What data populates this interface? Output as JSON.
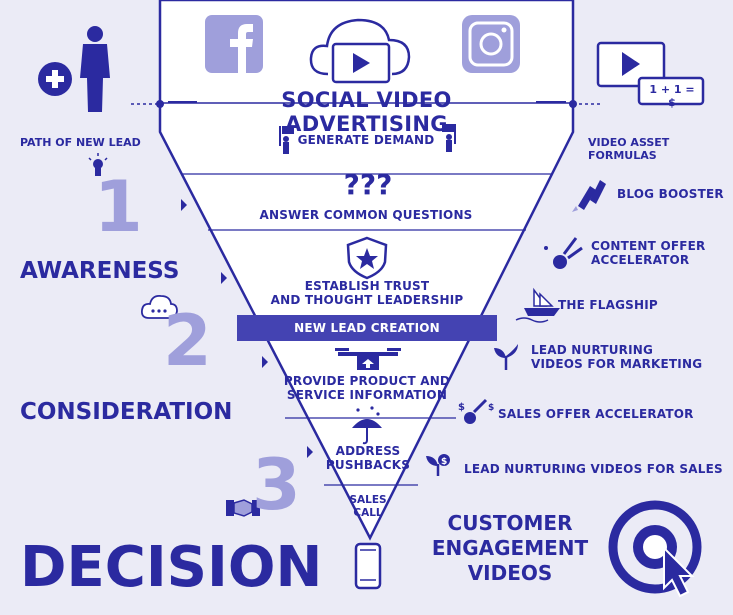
{
  "colors": {
    "background": "#ebebf6",
    "primary": "#2b2aa0",
    "light": "#9f9fdb",
    "funnel_fill": "#ffffff"
  },
  "header": {
    "title": "SOCIAL VIDEO ADVERTISING",
    "icons": [
      "facebook-icon",
      "cloud-video-icon",
      "instagram-icon"
    ]
  },
  "left": {
    "path_label": "PATH OF NEW LEAD",
    "stages": [
      {
        "number": "1",
        "label": "AWARENESS"
      },
      {
        "number": "2",
        "label": "CONSIDERATION"
      },
      {
        "number": "3",
        "label": "DECISION"
      }
    ]
  },
  "funnel": {
    "steps": [
      "GENERATE DEMAND",
      "???",
      "ANSWER COMMON QUESTIONS",
      "ESTABLISH TRUST",
      "AND THOUGHT LEADERSHIP",
      "NEW LEAD CREATION",
      "PROVIDE PRODUCT AND",
      "SERVICE INFORMATION",
      "ADDRESS",
      "PUSHBACKS",
      "SALES",
      "CALL"
    ]
  },
  "right": {
    "formulas_label": "VIDEO ASSET FORMULAS",
    "formula_badge": "1 + 1 = $",
    "items": [
      {
        "line1": "BLOG BOOSTER",
        "line2": "",
        "icon": "rocket-icon"
      },
      {
        "line1": "CONTENT OFFER",
        "line2": "ACCELERATOR",
        "icon": "comet-icon"
      },
      {
        "line1": "THE FLAGSHIP",
        "line2": "",
        "icon": "ship-icon"
      },
      {
        "line1": "LEAD NURTURING",
        "line2": "VIDEOS FOR MARKETING",
        "icon": "sprout-icon"
      },
      {
        "line1": "SALES OFFER ACCELERATOR",
        "line2": "",
        "icon": "money-comet-icon"
      },
      {
        "line1": "LEAD NURTURING VIDEOS FOR SALES",
        "line2": "",
        "icon": "money-plant-icon"
      }
    ],
    "cta_line1": "CUSTOMER",
    "cta_line2": "ENGAGEMENT",
    "cta_line3": "VIDEOS"
  }
}
